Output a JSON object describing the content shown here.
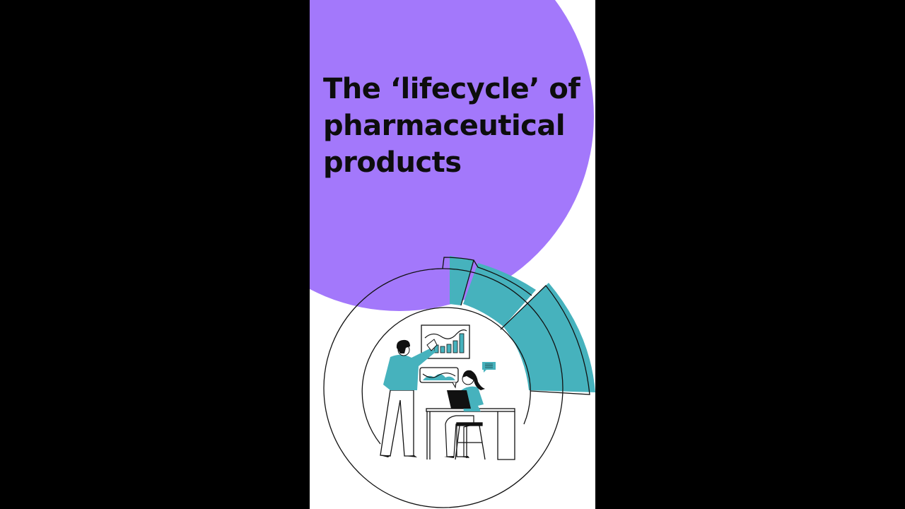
{
  "slide": {
    "title_lines": [
      "The ‘lifecycle’ of",
      "pharmaceutical",
      "products"
    ],
    "colors": {
      "background_letterbox": "#000000",
      "panel": "#ffffff",
      "purple_accent": "#a378fb",
      "teal_accent": "#46b2bd",
      "ink": "#0d0d0d"
    }
  },
  "illustration": {
    "description": "Two people working with charts inside a circular donut diagram",
    "elements": [
      "outer-ring",
      "inner-ring-arc",
      "teal-donut-segments",
      "presenter-man",
      "woman-at-laptop",
      "bar-chart-board",
      "wave-chart-speech-bubble",
      "message-bubble"
    ]
  }
}
